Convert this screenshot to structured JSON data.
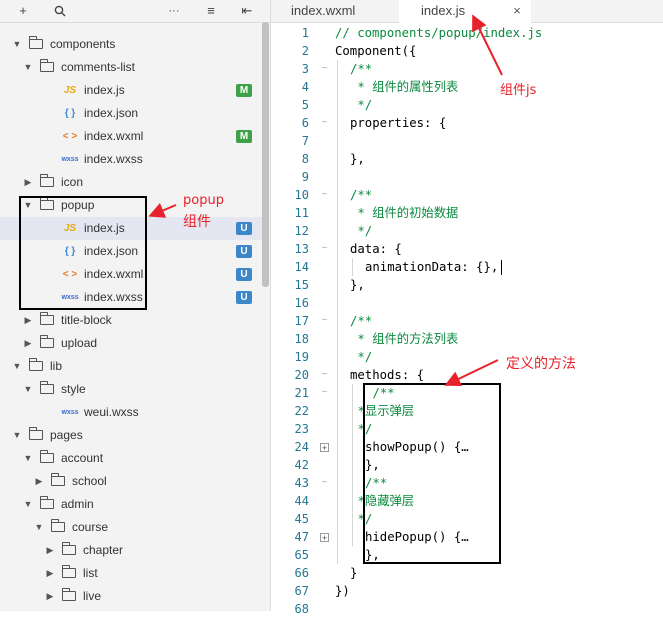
{
  "toolbar": {
    "icons": [
      "plus-icon",
      "search-icon",
      "more-icon",
      "collapse-icon",
      "split-icon"
    ],
    "add_glyph": "+",
    "more_glyph": "···",
    "sort_glyph": "≡",
    "split_glyph": "⇤"
  },
  "tree": [
    {
      "label": "components",
      "type": "folder",
      "depth": 0,
      "open": true
    },
    {
      "label": "comments-list",
      "type": "folder",
      "depth": 1,
      "open": true
    },
    {
      "label": "index.js",
      "type": "js",
      "depth": 2,
      "badge": "M"
    },
    {
      "label": "index.json",
      "type": "json",
      "depth": 2
    },
    {
      "label": "index.wxml",
      "type": "wxml",
      "depth": 2,
      "badge": "M"
    },
    {
      "label": "index.wxss",
      "type": "wxss",
      "depth": 2
    },
    {
      "label": "icon",
      "type": "folder",
      "depth": 1,
      "open": false
    },
    {
      "label": "popup",
      "type": "folder",
      "depth": 1,
      "open": true
    },
    {
      "label": "index.js",
      "type": "js",
      "depth": 2,
      "badge": "U",
      "selected": true
    },
    {
      "label": "index.json",
      "type": "json",
      "depth": 2,
      "badge": "U"
    },
    {
      "label": "index.wxml",
      "type": "wxml",
      "depth": 2,
      "badge": "U"
    },
    {
      "label": "index.wxss",
      "type": "wxss",
      "depth": 2,
      "badge": "U"
    },
    {
      "label": "title-block",
      "type": "folder",
      "depth": 1,
      "open": false
    },
    {
      "label": "upload",
      "type": "folder",
      "depth": 1,
      "open": false
    },
    {
      "label": "lib",
      "type": "folder",
      "depth": 0,
      "open": true
    },
    {
      "label": "style",
      "type": "folder",
      "depth": 1,
      "open": true
    },
    {
      "label": "weui.wxss",
      "type": "wxss",
      "depth": 2
    },
    {
      "label": "pages",
      "type": "folder",
      "depth": 0,
      "open": true
    },
    {
      "label": "account",
      "type": "folder",
      "depth": 1,
      "open": true
    },
    {
      "label": "school",
      "type": "folder",
      "depth": 2,
      "open": false
    },
    {
      "label": "admin",
      "type": "folder",
      "depth": 1,
      "open": true
    },
    {
      "label": "course",
      "type": "folder",
      "depth": 2,
      "open": true
    },
    {
      "label": "chapter",
      "type": "folder",
      "depth": 3,
      "open": false
    },
    {
      "label": "list",
      "type": "folder",
      "depth": 3,
      "open": false
    },
    {
      "label": "live",
      "type": "folder",
      "depth": 3,
      "open": false
    }
  ],
  "file_icons": {
    "js": "JS",
    "json": "{ }",
    "wxml": "< >",
    "wxss": "wxss"
  },
  "tabs": [
    {
      "label": "index.wxml",
      "active": false
    },
    {
      "label": "index.js",
      "active": true
    }
  ],
  "tab_close_glyph": "×",
  "code_lines": [
    {
      "n": "1",
      "text": "// components/popup/index.js",
      "cls": "c-comment",
      "indent": 0
    },
    {
      "n": "2",
      "text": "Component({",
      "cls": "c-text",
      "indent": 0
    },
    {
      "n": "3",
      "text": "/**",
      "cls": "c-comment",
      "indent": 2,
      "fold": "−"
    },
    {
      "n": "4",
      "text": " * 组件的属性列表",
      "cls": "c-comment",
      "indent": 2
    },
    {
      "n": "5",
      "text": " */",
      "cls": "c-comment",
      "indent": 2
    },
    {
      "n": "6",
      "text": "properties: {",
      "cls": "c-text",
      "indent": 2,
      "fold": "−"
    },
    {
      "n": "7",
      "text": "",
      "cls": "c-text",
      "indent": 0
    },
    {
      "n": "8",
      "text": "},",
      "cls": "c-text",
      "indent": 2
    },
    {
      "n": "9",
      "text": "",
      "cls": "c-text",
      "indent": 0
    },
    {
      "n": "10",
      "text": "/**",
      "cls": "c-comment",
      "indent": 2,
      "fold": "−"
    },
    {
      "n": "11",
      "text": " * 组件的初始数据",
      "cls": "c-comment",
      "indent": 2
    },
    {
      "n": "12",
      "text": " */",
      "cls": "c-comment",
      "indent": 2
    },
    {
      "n": "13",
      "text": "data: {",
      "cls": "c-text",
      "indent": 2,
      "fold": "−"
    },
    {
      "n": "14",
      "text": "animationData: {},",
      "cls": "c-text",
      "indent": 4
    },
    {
      "n": "15",
      "text": "},",
      "cls": "c-text",
      "indent": 2
    },
    {
      "n": "16",
      "text": "",
      "cls": "c-text",
      "indent": 0
    },
    {
      "n": "17",
      "text": "/**",
      "cls": "c-comment",
      "indent": 2,
      "fold": "−"
    },
    {
      "n": "18",
      "text": " * 组件的方法列表",
      "cls": "c-comment",
      "indent": 2
    },
    {
      "n": "19",
      "text": " */",
      "cls": "c-comment",
      "indent": 2
    },
    {
      "n": "20",
      "text": "methods: {",
      "cls": "c-text",
      "indent": 2,
      "fold": "−"
    },
    {
      "n": "21",
      "text": "/**",
      "cls": "c-comment",
      "indent": 5,
      "fold": "−"
    },
    {
      "n": "22",
      "text": "*显示弹层",
      "cls": "c-comment",
      "indent": 3
    },
    {
      "n": "23",
      "text": "*/",
      "cls": "c-comment",
      "indent": 3
    },
    {
      "n": "24",
      "text": "showPopup() {…",
      "cls": "c-text",
      "indent": 4,
      "fold": "+"
    },
    {
      "n": "42",
      "text": "},",
      "cls": "c-text",
      "indent": 4
    },
    {
      "n": "43",
      "text": "/**",
      "cls": "c-comment",
      "indent": 4,
      "fold": "−"
    },
    {
      "n": "44",
      "text": "*隐藏弹层",
      "cls": "c-comment",
      "indent": 3
    },
    {
      "n": "45",
      "text": "*/",
      "cls": "c-comment",
      "indent": 3
    },
    {
      "n": "47",
      "text": "hidePopup() {…",
      "cls": "c-text",
      "indent": 4,
      "fold": "+"
    },
    {
      "n": "65",
      "text": "},",
      "cls": "c-text",
      "indent": 4
    },
    {
      "n": "66",
      "text": "}",
      "cls": "c-text",
      "indent": 2
    },
    {
      "n": "67",
      "text": "})",
      "cls": "c-text",
      "indent": 0
    },
    {
      "n": "68",
      "text": "",
      "cls": "c-text",
      "indent": 0
    }
  ],
  "annotations": {
    "component_js": "组件js",
    "popup_line1": "popup",
    "popup_line2": "组件",
    "methods": "定义的方法"
  },
  "colors": {
    "badge_modified": "#3fa04a",
    "badge_untracked": "#3c87c8",
    "comment": "#0b8a3e",
    "line_number": "#237893",
    "annotation": "#e8222a"
  }
}
